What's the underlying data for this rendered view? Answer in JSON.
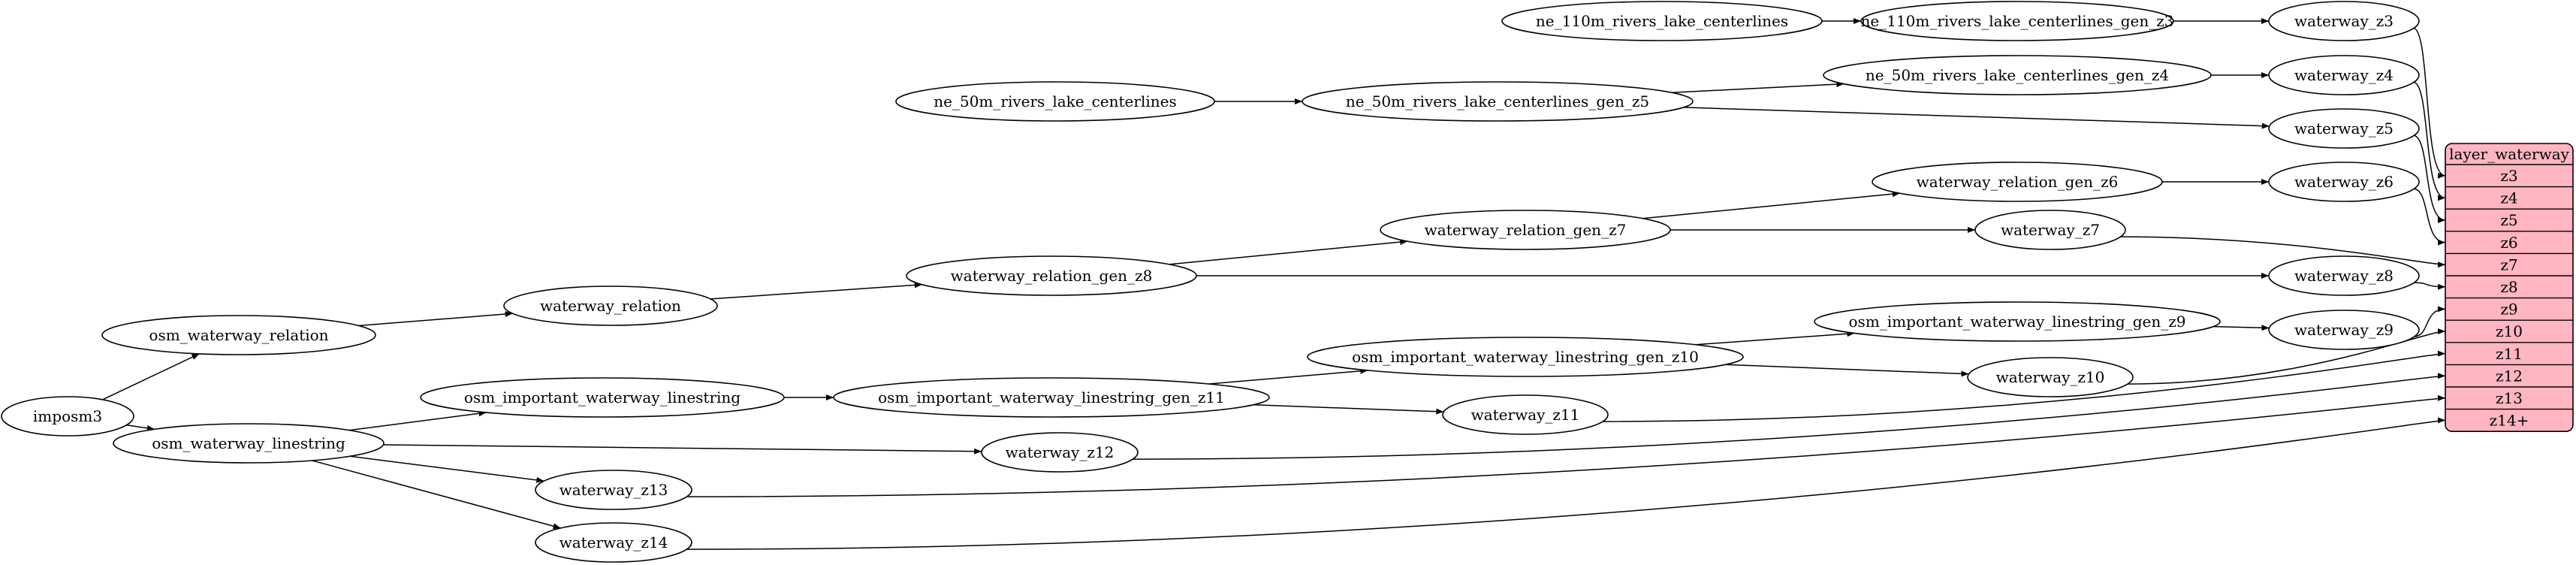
{
  "colors": {
    "background": "#ffffff",
    "stroke": "#000000",
    "table_fill": "#ffb6c1"
  },
  "nodes": [
    {
      "id": "ne110",
      "label": "ne_110m_rivers_lake_centerlines"
    },
    {
      "id": "ne110g3",
      "label": "ne_110m_rivers_lake_centerlines_gen_z3"
    },
    {
      "id": "wz3",
      "label": "waterway_z3"
    },
    {
      "id": "ne50",
      "label": "ne_50m_rivers_lake_centerlines"
    },
    {
      "id": "ne50g5",
      "label": "ne_50m_rivers_lake_centerlines_gen_z5"
    },
    {
      "id": "ne50g4",
      "label": "ne_50m_rivers_lake_centerlines_gen_z4"
    },
    {
      "id": "wz4",
      "label": "waterway_z4"
    },
    {
      "id": "wz5",
      "label": "waterway_z5"
    },
    {
      "id": "wrg6",
      "label": "waterway_relation_gen_z6"
    },
    {
      "id": "wz6",
      "label": "waterway_z6"
    },
    {
      "id": "wrg7",
      "label": "waterway_relation_gen_z7"
    },
    {
      "id": "wz7",
      "label": "waterway_z7"
    },
    {
      "id": "wrg8",
      "label": "waterway_relation_gen_z8"
    },
    {
      "id": "wz8",
      "label": "waterway_z8"
    },
    {
      "id": "wr",
      "label": "waterway_relation"
    },
    {
      "id": "owr",
      "label": "osm_waterway_relation"
    },
    {
      "id": "oiwlg9",
      "label": "osm_important_waterway_linestring_gen_z9"
    },
    {
      "id": "wz9",
      "label": "waterway_z9"
    },
    {
      "id": "oiwlg10",
      "label": "osm_important_waterway_linestring_gen_z10"
    },
    {
      "id": "wz10",
      "label": "waterway_z10"
    },
    {
      "id": "oiwl",
      "label": "osm_important_waterway_linestring"
    },
    {
      "id": "oiwlg11",
      "label": "osm_important_waterway_linestring_gen_z11"
    },
    {
      "id": "wz11",
      "label": "waterway_z11"
    },
    {
      "id": "imposm3",
      "label": "imposm3"
    },
    {
      "id": "owl",
      "label": "osm_waterway_linestring"
    },
    {
      "id": "wz12",
      "label": "waterway_z12"
    },
    {
      "id": "wz13",
      "label": "waterway_z13"
    },
    {
      "id": "wz14",
      "label": "waterway_z14"
    }
  ],
  "table": {
    "title": "layer_waterway",
    "rows": [
      "z3",
      "z4",
      "z5",
      "z6",
      "z7",
      "z8",
      "z9",
      "z10",
      "z11",
      "z12",
      "z13",
      "z14+"
    ]
  },
  "edges": [
    {
      "from": "ne110",
      "to": "ne110g3"
    },
    {
      "from": "ne110g3",
      "to": "wz3"
    },
    {
      "from": "ne50",
      "to": "ne50g5"
    },
    {
      "from": "ne50g5",
      "to": "ne50g4"
    },
    {
      "from": "ne50g5",
      "to": "wz5"
    },
    {
      "from": "ne50g4",
      "to": "wz4"
    },
    {
      "from": "imposm3",
      "to": "owr"
    },
    {
      "from": "imposm3",
      "to": "owl"
    },
    {
      "from": "owr",
      "to": "wr"
    },
    {
      "from": "wr",
      "to": "wrg8"
    },
    {
      "from": "wrg8",
      "to": "wrg7"
    },
    {
      "from": "wrg8",
      "to": "wz8"
    },
    {
      "from": "wrg7",
      "to": "wrg6"
    },
    {
      "from": "wrg7",
      "to": "wz7"
    },
    {
      "from": "wrg6",
      "to": "wz6"
    },
    {
      "from": "owl",
      "to": "oiwl"
    },
    {
      "from": "owl",
      "to": "wz12"
    },
    {
      "from": "owl",
      "to": "wz13"
    },
    {
      "from": "owl",
      "to": "wz14"
    },
    {
      "from": "oiwl",
      "to": "oiwlg11"
    },
    {
      "from": "oiwlg11",
      "to": "oiwlg10"
    },
    {
      "from": "oiwlg11",
      "to": "wz11"
    },
    {
      "from": "oiwlg10",
      "to": "oiwlg9"
    },
    {
      "from": "oiwlg10",
      "to": "wz10"
    },
    {
      "from": "oiwlg9",
      "to": "wz9"
    },
    {
      "from": "wz3",
      "to": "layer_waterway.z3"
    },
    {
      "from": "wz4",
      "to": "layer_waterway.z4"
    },
    {
      "from": "wz5",
      "to": "layer_waterway.z5"
    },
    {
      "from": "wz6",
      "to": "layer_waterway.z6"
    },
    {
      "from": "wz7",
      "to": "layer_waterway.z7"
    },
    {
      "from": "wz8",
      "to": "layer_waterway.z8"
    },
    {
      "from": "wz9",
      "to": "layer_waterway.z9"
    },
    {
      "from": "wz10",
      "to": "layer_waterway.z10"
    },
    {
      "from": "wz11",
      "to": "layer_waterway.z11"
    },
    {
      "from": "wz12",
      "to": "layer_waterway.z12"
    },
    {
      "from": "wz13",
      "to": "layer_waterway.z13"
    },
    {
      "from": "wz14",
      "to": "layer_waterway.z14+"
    }
  ]
}
